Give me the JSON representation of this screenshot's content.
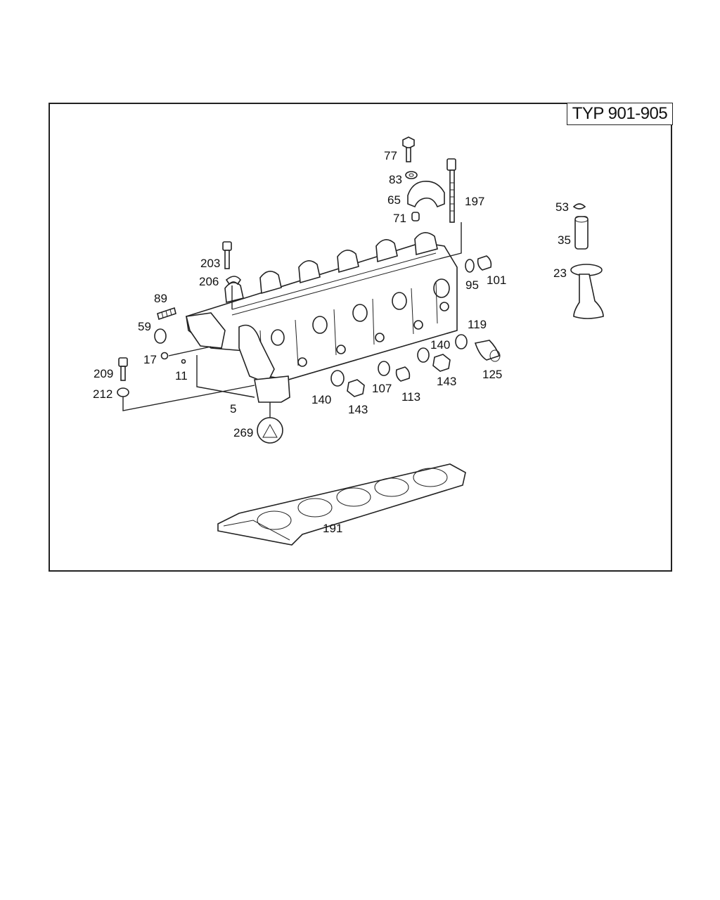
{
  "header": {
    "type_label": "TYP 901-905"
  },
  "callouts": [
    {
      "id": "c77",
      "text": "77"
    },
    {
      "id": "c83",
      "text": "83"
    },
    {
      "id": "c65",
      "text": "65"
    },
    {
      "id": "c71",
      "text": "71"
    },
    {
      "id": "c197",
      "text": "197"
    },
    {
      "id": "c53",
      "text": "53"
    },
    {
      "id": "c35",
      "text": "35"
    },
    {
      "id": "c23",
      "text": "23"
    },
    {
      "id": "c203",
      "text": "203"
    },
    {
      "id": "c206",
      "text": "206"
    },
    {
      "id": "c95",
      "text": "95"
    },
    {
      "id": "c101",
      "text": "101"
    },
    {
      "id": "c89",
      "text": "89"
    },
    {
      "id": "c59",
      "text": "59"
    },
    {
      "id": "c17",
      "text": "17"
    },
    {
      "id": "c11",
      "text": "11"
    },
    {
      "id": "c209",
      "text": "209"
    },
    {
      "id": "c212",
      "text": "212"
    },
    {
      "id": "c5",
      "text": "5"
    },
    {
      "id": "c269",
      "text": "269"
    },
    {
      "id": "c119",
      "text": "119"
    },
    {
      "id": "c140a",
      "text": "140"
    },
    {
      "id": "c125",
      "text": "125"
    },
    {
      "id": "c143a",
      "text": "143"
    },
    {
      "id": "c107",
      "text": "107"
    },
    {
      "id": "c113",
      "text": "113"
    },
    {
      "id": "c140b",
      "text": "140"
    },
    {
      "id": "c143b",
      "text": "143"
    },
    {
      "id": "c191",
      "text": "191"
    }
  ]
}
